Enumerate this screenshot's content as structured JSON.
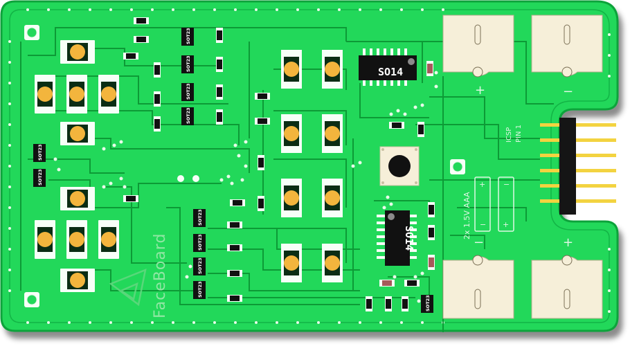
{
  "board": {
    "brand": "FaceBoard",
    "colors": {
      "pcb": "#22d85a",
      "pcb_edge": "#0fa33b",
      "trace": "#0d9a36",
      "copper": "#f3b53d",
      "chip": "#111111",
      "pin_header": "#f3d340",
      "holder": "#f6efd9"
    }
  },
  "chips": [
    {
      "label": "SO14"
    },
    {
      "label": "SO14"
    }
  ],
  "sot_label": "SOT23",
  "button_label": "",
  "battery": {
    "label": "2x 1.5V AAA",
    "plus": "+",
    "minus": "−",
    "holder_top_left_sign": "+",
    "holder_top_right_sign": "−",
    "holder_bottom_left_sign": "−",
    "holder_bottom_right_sign": "+"
  },
  "icsp": {
    "line1": "ICSP",
    "line2": "PIN 1"
  }
}
